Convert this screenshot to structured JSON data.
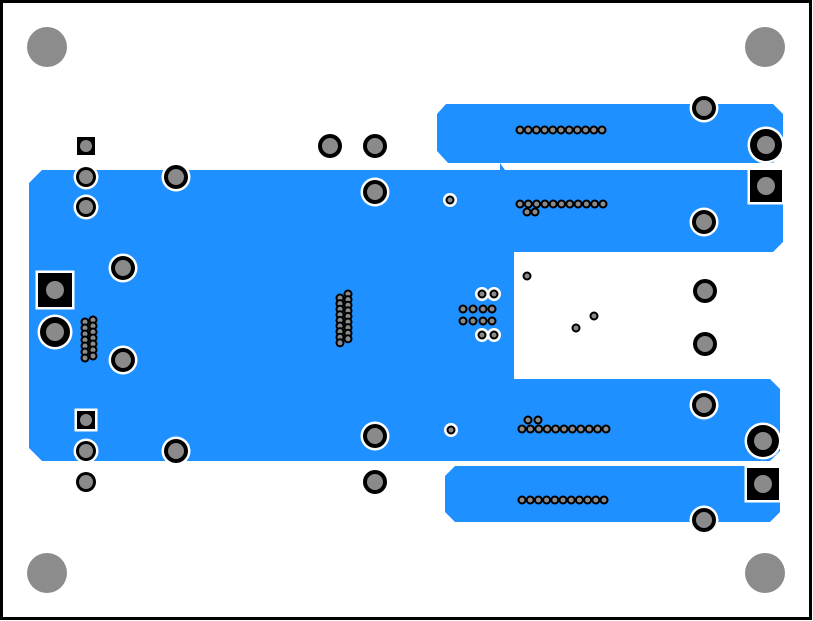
{
  "title": "",
  "colors": {
    "background": "#ffffff",
    "outline": "#000000",
    "copper": "#1e90ff",
    "pad_fill": "#8a8a8a",
    "pad_ring": "#000000",
    "mounting_hole": "#8c8c8c"
  },
  "layers": [
    "board-outline",
    "copper-pour",
    "mounting-holes",
    "through-hole-pads",
    "vias"
  ]
}
